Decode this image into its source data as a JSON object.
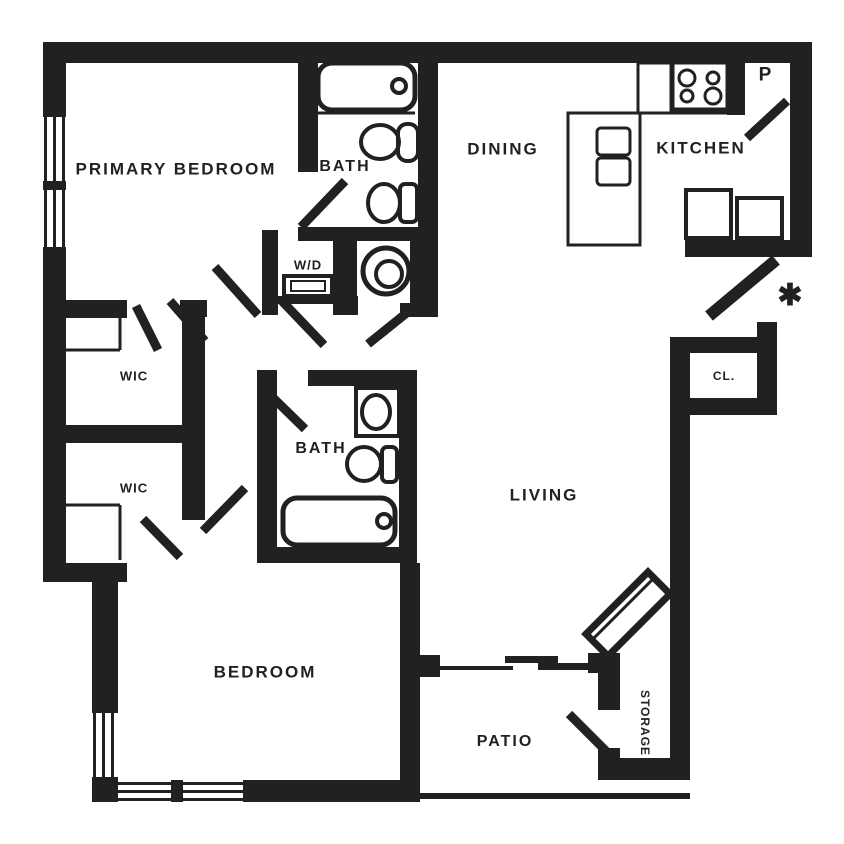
{
  "plan": {
    "title": "Apartment floor plan",
    "colors": {
      "wall": "#212121",
      "background": "#ffffff"
    },
    "labels": {
      "primary_bedroom": "PRIMARY BEDROOM",
      "bath_primary": "BATH",
      "dining": "DINING",
      "kitchen": "KITCHEN",
      "pantry": "P",
      "washer_dryer": "W/D",
      "wic_upper": "WIC",
      "wic_lower": "WIC",
      "bath_second": "BATH",
      "living": "LIVING",
      "closet": "CL.",
      "bedroom": "BEDROOM",
      "patio": "PATIO",
      "storage": "STORAGE",
      "entry_marker": "✱"
    }
  }
}
